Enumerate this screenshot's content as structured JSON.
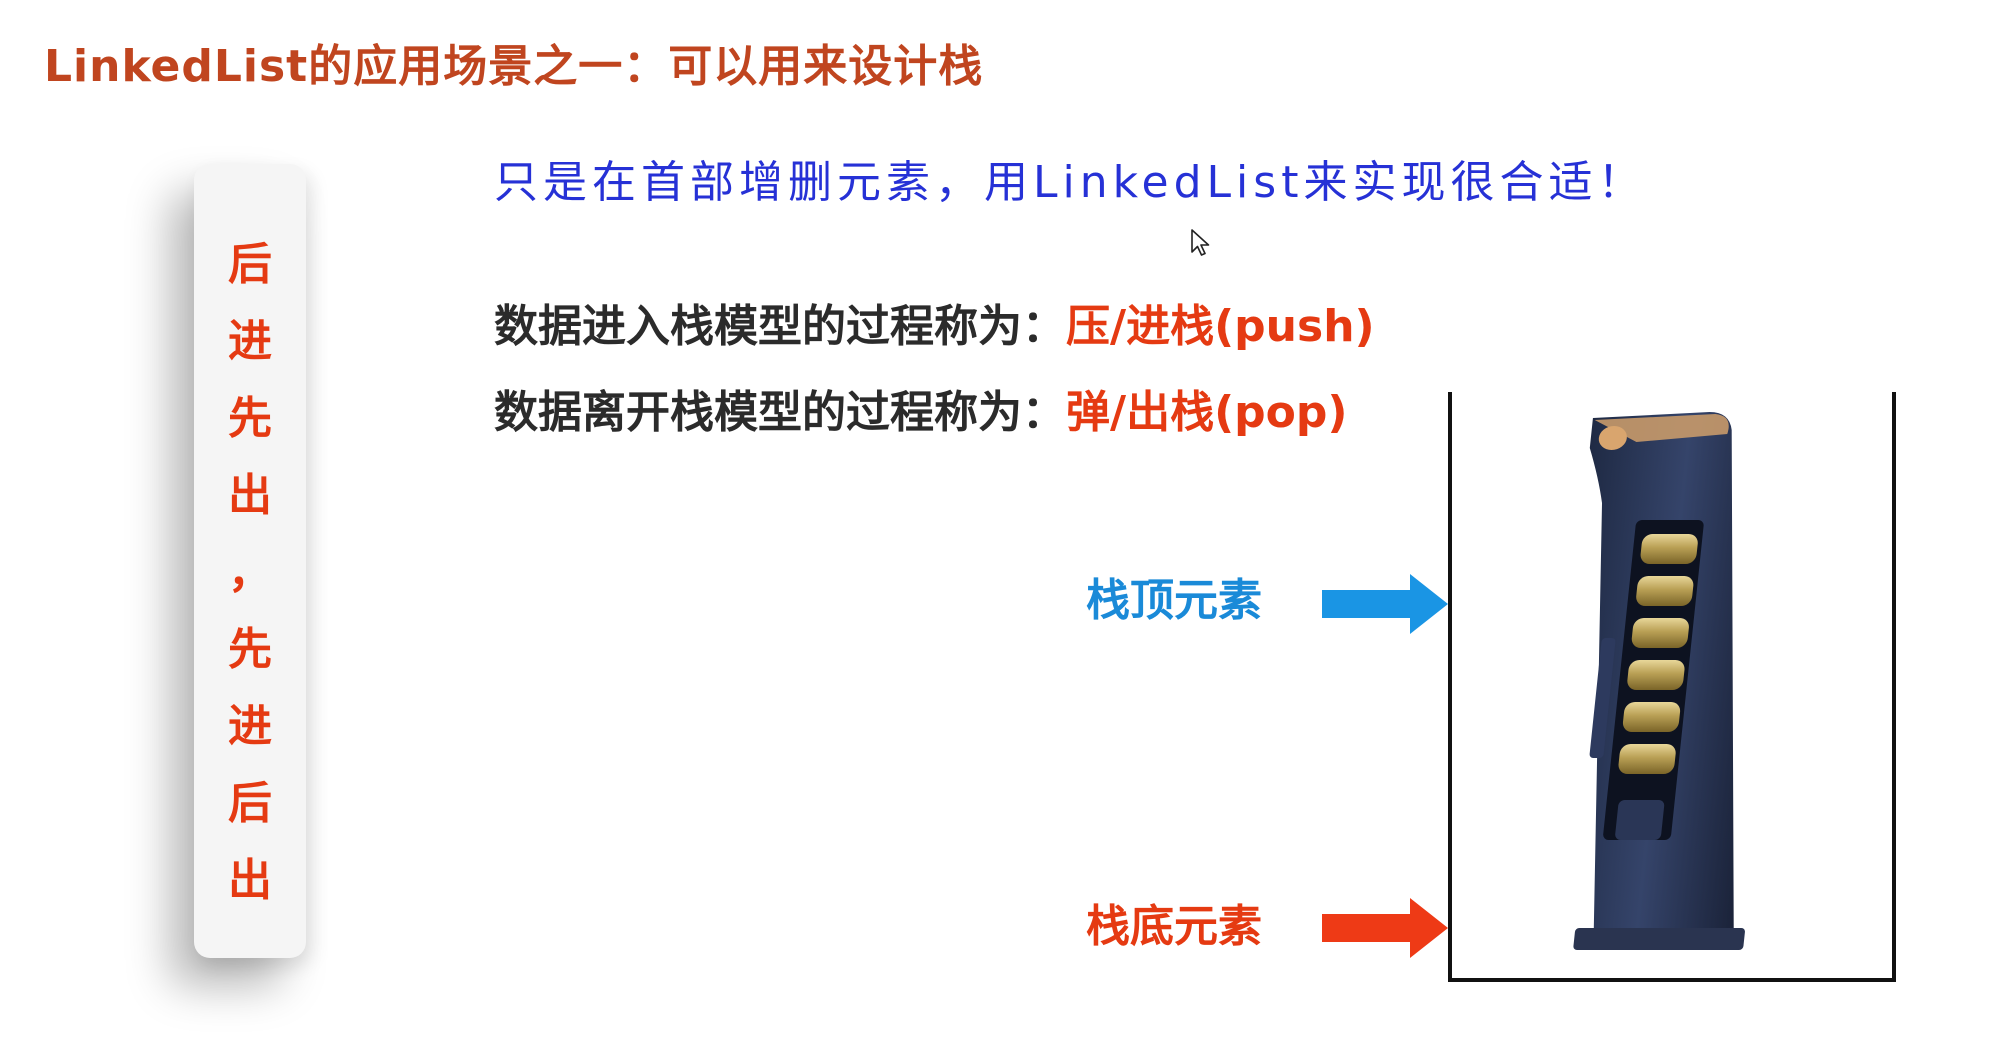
{
  "title": "LinkedList的应用场景之一：可以用来设计栈",
  "side_card": {
    "chars": [
      "后",
      "进",
      "先",
      "出",
      "，",
      "先",
      "进",
      "后",
      "出"
    ]
  },
  "note": "只是在首部增删元素，用LinkedList来实现很合适！",
  "lines": [
    {
      "prefix": "数据进入栈模型的过程称为：",
      "highlight": "压/进栈(push)"
    },
    {
      "prefix": "数据离开栈模型的过程称为：",
      "highlight": "弹/出栈(pop)"
    }
  ],
  "stack_labels": {
    "top": "栈顶元素",
    "bottom": "栈底元素"
  },
  "colors": {
    "title": "#c0451f",
    "accent_red": "#e53a12",
    "accent_blue": "#1a8ad8",
    "note_blue": "#2631d6",
    "body_text": "#2b2b2b"
  },
  "icons": [
    "mouse-cursor-icon",
    "arrow-right-icon",
    "magazine-image"
  ]
}
